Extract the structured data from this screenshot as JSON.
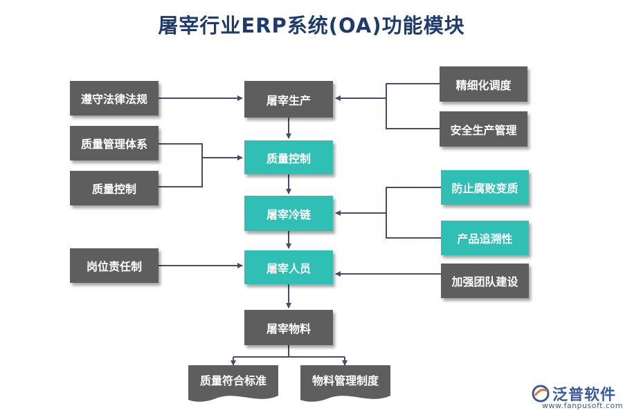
{
  "title": "屠宰行业ERP系统(OA)功能模块",
  "center": {
    "production": "屠宰生产",
    "quality_control": "质量控制",
    "cold_chain": "屠宰冷链",
    "personnel": "屠宰人员",
    "materials": "屠宰物料"
  },
  "left": {
    "law": "遵守法律法规",
    "quality_system": "质量管理体系",
    "quality_control": "质量控制",
    "post_responsibility": "岗位责任制"
  },
  "right": {
    "fine_scheduling": "精细化调度",
    "safety_management": "安全生产管理",
    "anti_corruption": "防止腐败变质",
    "traceability": "产品追溯性",
    "team_building": "加强团队建设"
  },
  "bottom": {
    "quality_standard": "质量符合标准",
    "material_system": "物料管理制度"
  },
  "logo": {
    "name": "泛普软件",
    "url": "www.fanpusoft.com",
    "icon": "fanpu-logo-icon",
    "color": "#3a5aa0"
  },
  "colors": {
    "gray_box": "#5e5e5e",
    "teal_box": "#2fbfb5",
    "arrow": "#3f4e6e",
    "title": "#1f3b6e"
  }
}
